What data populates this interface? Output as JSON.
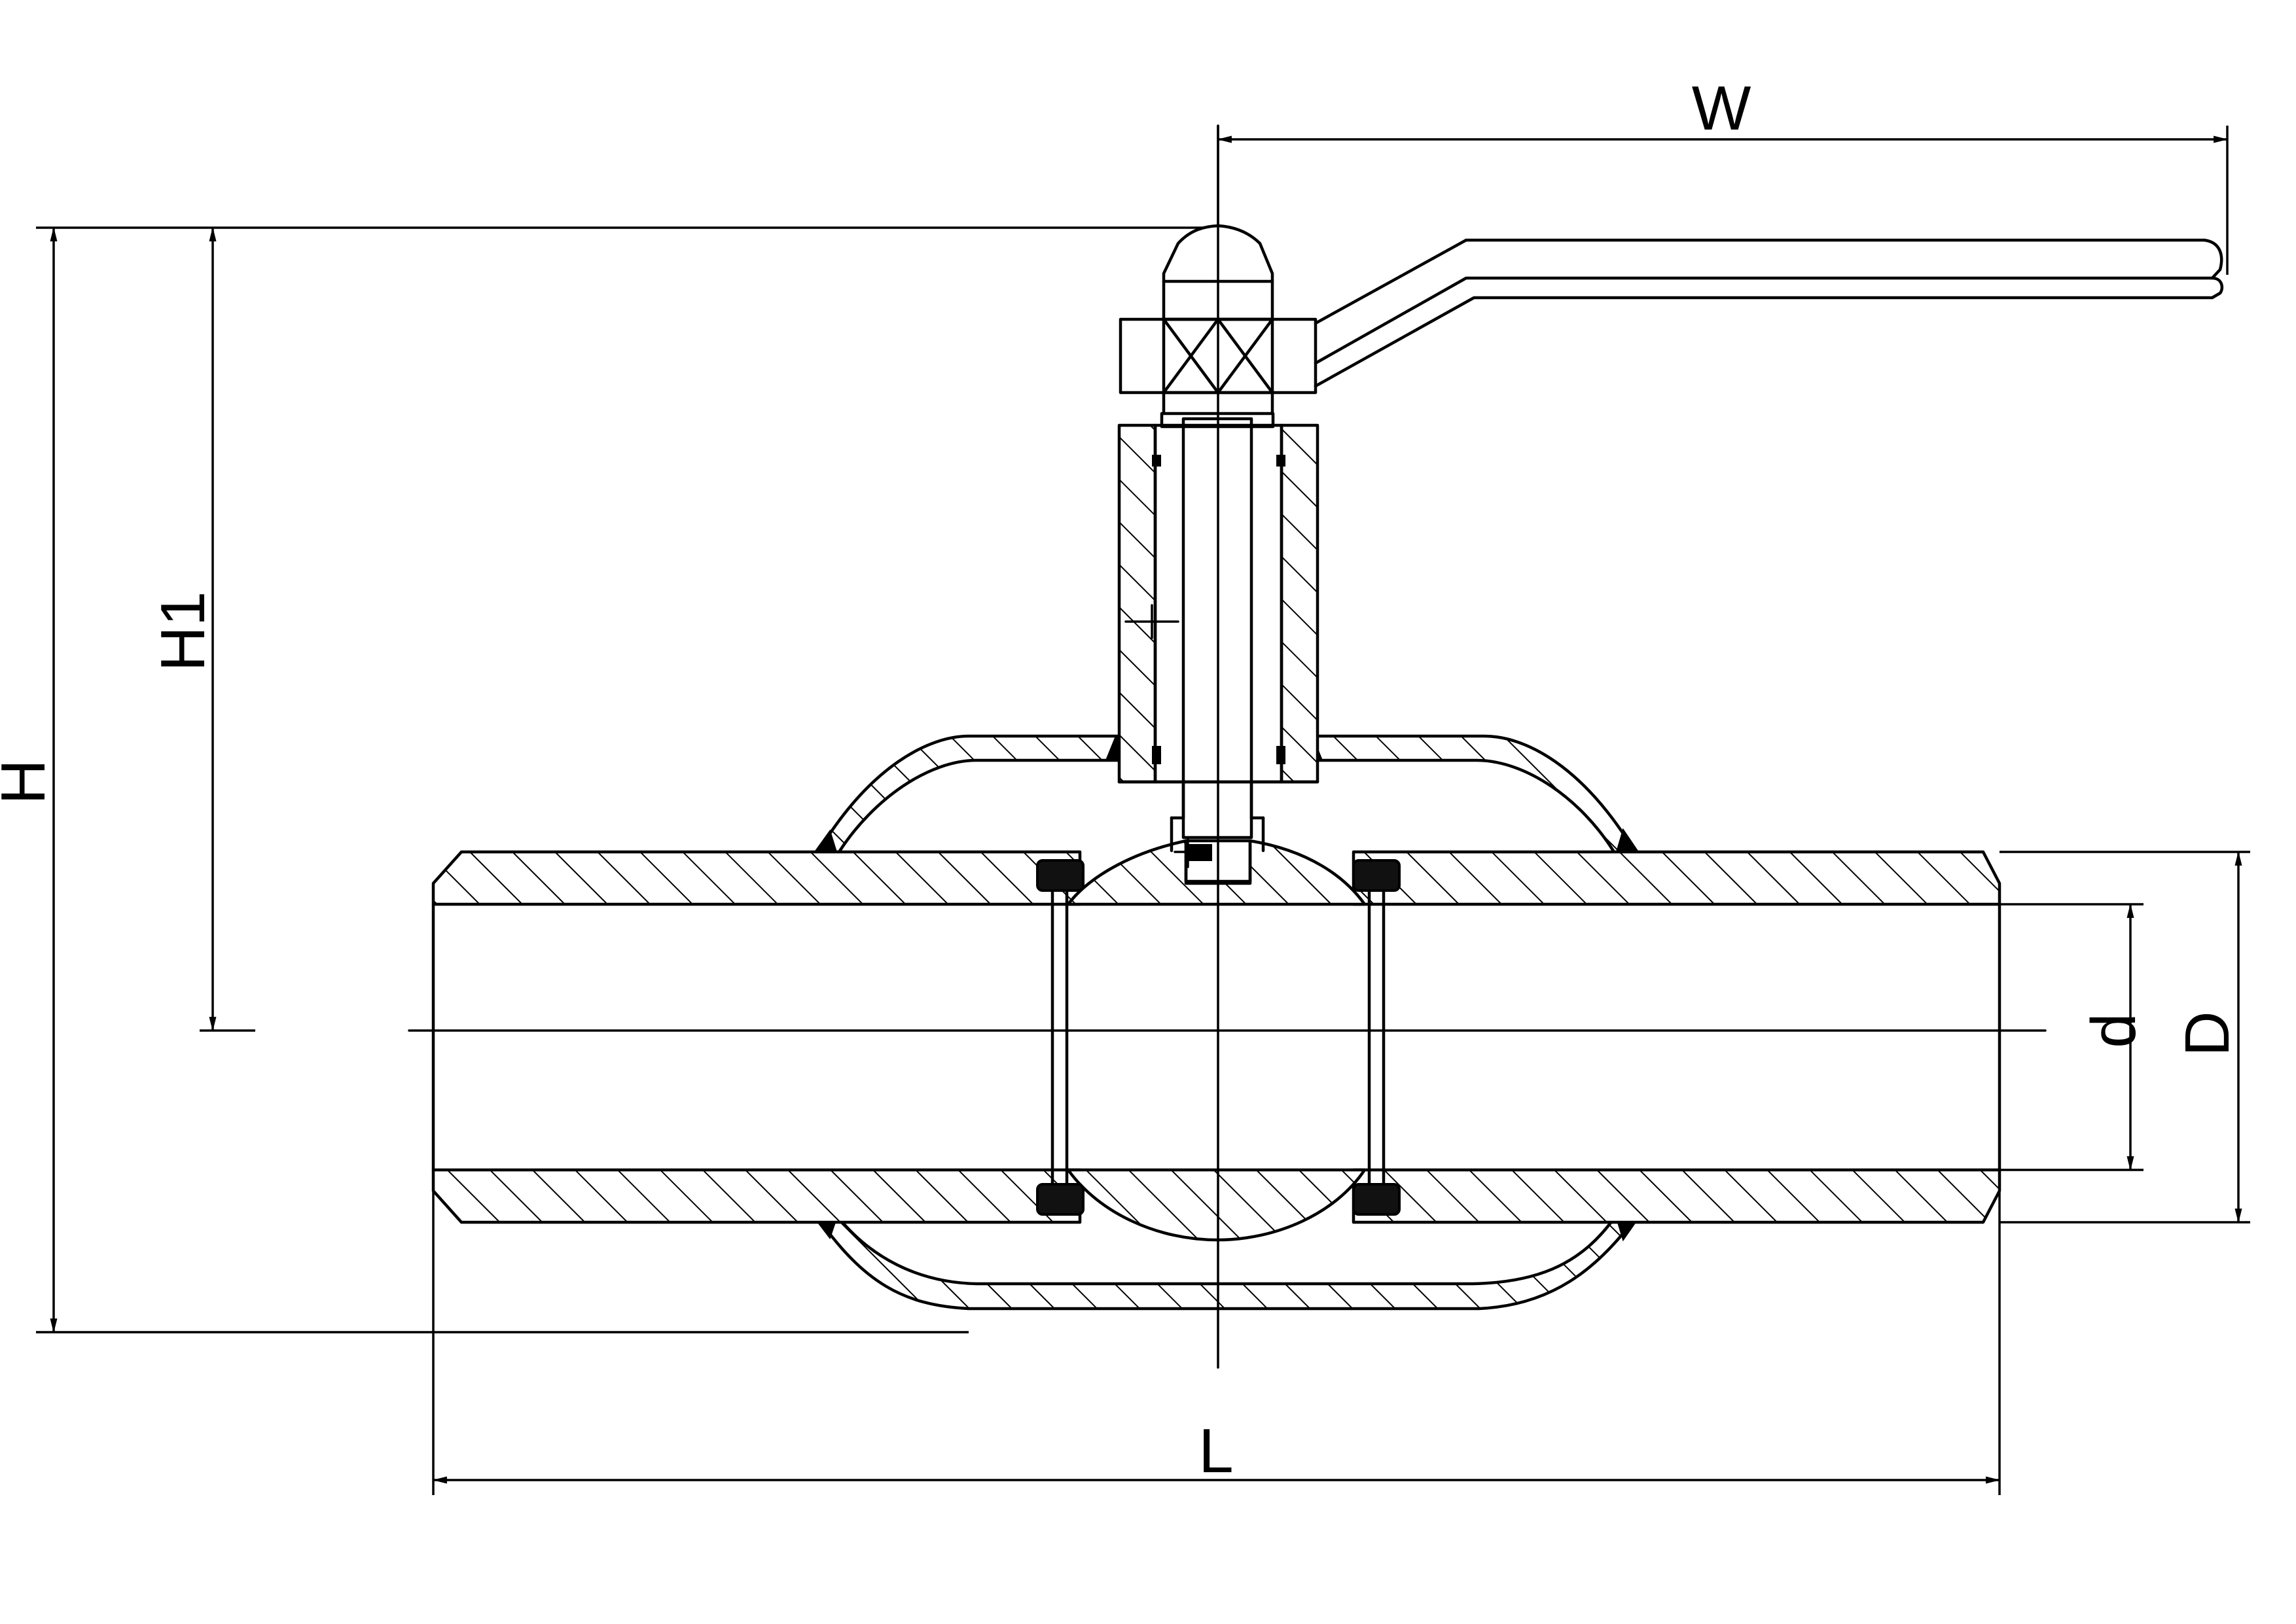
{
  "diagram": {
    "labels": {
      "overall_height": "H",
      "stem_height": "H1",
      "handle_width": "W",
      "bore_diameter": "d",
      "pipe_diameter": "D",
      "length": "L"
    }
  }
}
